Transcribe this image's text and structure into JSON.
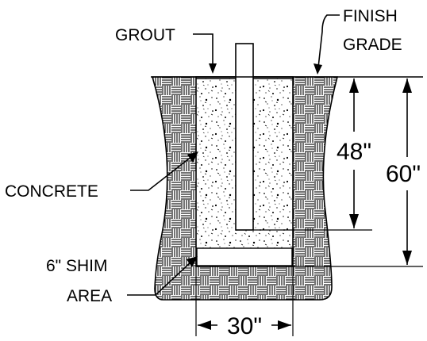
{
  "labels": {
    "grout": "GROUT",
    "finish_grade_line1": "FINISH",
    "finish_grade_line2": "GRADE",
    "concrete": "CONCRETE",
    "shim_line1": "6\" SHIM",
    "shim_line2": "AREA"
  },
  "dimensions": {
    "pole_embed": "48\"",
    "hole_depth": "60\"",
    "hole_width": "30\""
  },
  "colors": {
    "ink": "#000000",
    "background": "#ffffff"
  }
}
